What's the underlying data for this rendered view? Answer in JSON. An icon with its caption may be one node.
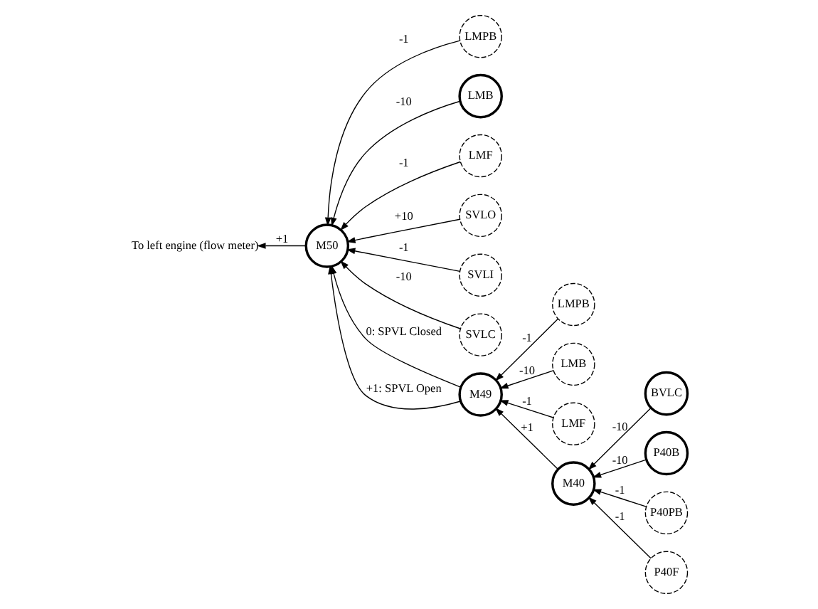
{
  "diagram": {
    "nodes": [
      {
        "text": [
          "LMPB"
        ]
      },
      {
        "text": [
          "LMB"
        ]
      },
      {
        "text": [
          "LMF"
        ]
      },
      {
        "text": [
          "M50"
        ]
      },
      {
        "text": [
          "To left engine (flow meter)"
        ]
      },
      {
        "text": [
          "SVLO"
        ]
      },
      {
        "text": [
          "SVLI"
        ]
      },
      {
        "text": [
          "SVLC"
        ]
      },
      {
        "text": [
          "LMPB"
        ]
      },
      {
        "text": [
          "LMB"
        ]
      },
      {
        "text": [
          "LMF"
        ]
      },
      {
        "text": [
          "M49"
        ]
      },
      {
        "text": [
          "BVLC"
        ]
      },
      {
        "text": [
          "P40B"
        ]
      },
      {
        "text": [
          "P40PB"
        ]
      },
      {
        "text": [
          "M40"
        ]
      },
      {
        "text": [
          "P40F"
        ]
      }
    ],
    "edges": [
      {
        "from": 1,
        "to": 3,
        "arrow": "to",
        "label": "-10"
      },
      {
        "from": 0,
        "to": 3,
        "arrow": "to",
        "label": "-1"
      },
      {
        "from": 2,
        "to": 3,
        "arrow": "to",
        "label": "-1"
      },
      {
        "from": 3,
        "to": 4,
        "arrow": "to",
        "label": "+1"
      },
      {
        "from": 5,
        "to": 3,
        "arrow": "to",
        "label": "+10"
      },
      {
        "from": 6,
        "to": 3,
        "arrow": "to",
        "label": "-1"
      },
      {
        "from": 7,
        "to": 3,
        "arrow": "to",
        "label": "-10"
      },
      {
        "from": 9,
        "to": 11,
        "arrow": "to",
        "label": "-10"
      },
      {
        "from": 8,
        "to": 11,
        "arrow": "to",
        "label": "-1"
      },
      {
        "from": 10,
        "to": 11,
        "arrow": "to",
        "label": "-1"
      },
      {
        "from": 11,
        "to": 3,
        "arrow": "to",
        "label": "0: SPVL Closed"
      },
      {
        "from": 11,
        "to": 3,
        "arrow": "to",
        "label": "+1: SPVL Open"
      },
      {
        "from": 12,
        "to": 15,
        "arrow": "to",
        "label": "-10"
      },
      {
        "from": 13,
        "to": 15,
        "arrow": "to",
        "label": "-10"
      },
      {
        "from": 14,
        "to": 15,
        "arrow": "to",
        "label": "-1"
      },
      {
        "from": 16,
        "to": 15,
        "arrow": "to",
        "label": "-1"
      },
      {
        "from": 15,
        "to": 11,
        "arrow": "to",
        "label": "+1"
      }
    ]
  }
}
